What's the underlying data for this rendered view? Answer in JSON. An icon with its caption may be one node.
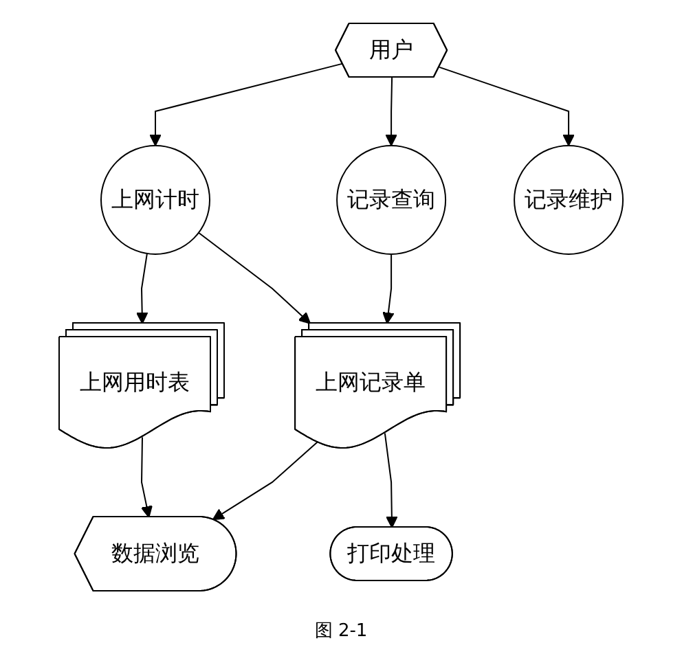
{
  "diagram": {
    "caption": "图 2-1",
    "nodes": [
      {
        "text": [
          "用户"
        ]
      },
      {
        "text": [
          "上网计时"
        ]
      },
      {
        "text": [
          "记录查询"
        ]
      },
      {
        "text": [
          "记录维护"
        ]
      },
      {
        "text": [
          "上网用时表"
        ]
      },
      {
        "text": [
          "上网记录单"
        ]
      },
      {
        "text": [
          "数据浏览"
        ]
      },
      {
        "text": [
          "打印处理"
        ]
      }
    ],
    "edges": [
      {
        "from": 0,
        "to": 1,
        "arrow": "to"
      },
      {
        "from": 0,
        "to": 2,
        "arrow": "to"
      },
      {
        "from": 0,
        "to": 3,
        "arrow": "to"
      },
      {
        "from": 1,
        "to": 4,
        "arrow": "to"
      },
      {
        "from": 1,
        "to": 5,
        "arrow": "to"
      },
      {
        "from": 2,
        "to": 5,
        "arrow": "to"
      },
      {
        "from": 4,
        "to": 6,
        "arrow": "to"
      },
      {
        "from": 5,
        "to": 6,
        "arrow": "to"
      },
      {
        "from": 5,
        "to": 7,
        "arrow": "to"
      }
    ]
  }
}
